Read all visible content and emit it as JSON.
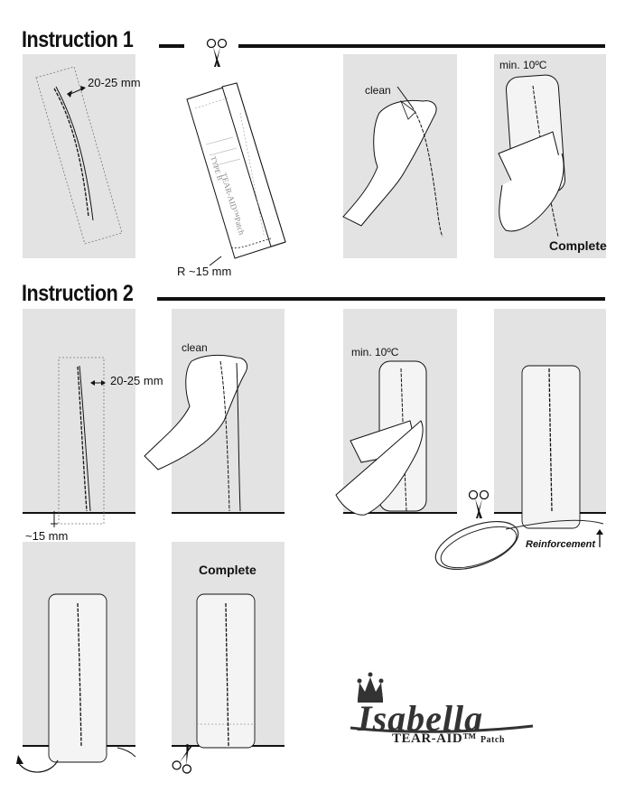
{
  "instruction1": {
    "heading": "Instruction 1",
    "gap_label": "20-25 mm",
    "clean_label": "clean",
    "temp_label": "min. 10ºC",
    "complete_label": "Complete",
    "radius_label": "R ~15 mm",
    "patch_brand": "TEAR-AID™Patch",
    "patch_type": "TYPE B"
  },
  "instruction2": {
    "heading": "Instruction 2",
    "gap_label": "20-25 mm",
    "edge_label": "~15 mm",
    "clean_label": "clean",
    "temp_label": "min. 10ºC",
    "reinforcement_label": "Reinforcement",
    "complete_label": "Complete"
  },
  "logo": {
    "name": "Isabella",
    "product": "TEAR-AID",
    "tm": "™",
    "suffix": "Patch"
  },
  "colors": {
    "panel": "#e3e3e3",
    "ink": "#111111"
  }
}
